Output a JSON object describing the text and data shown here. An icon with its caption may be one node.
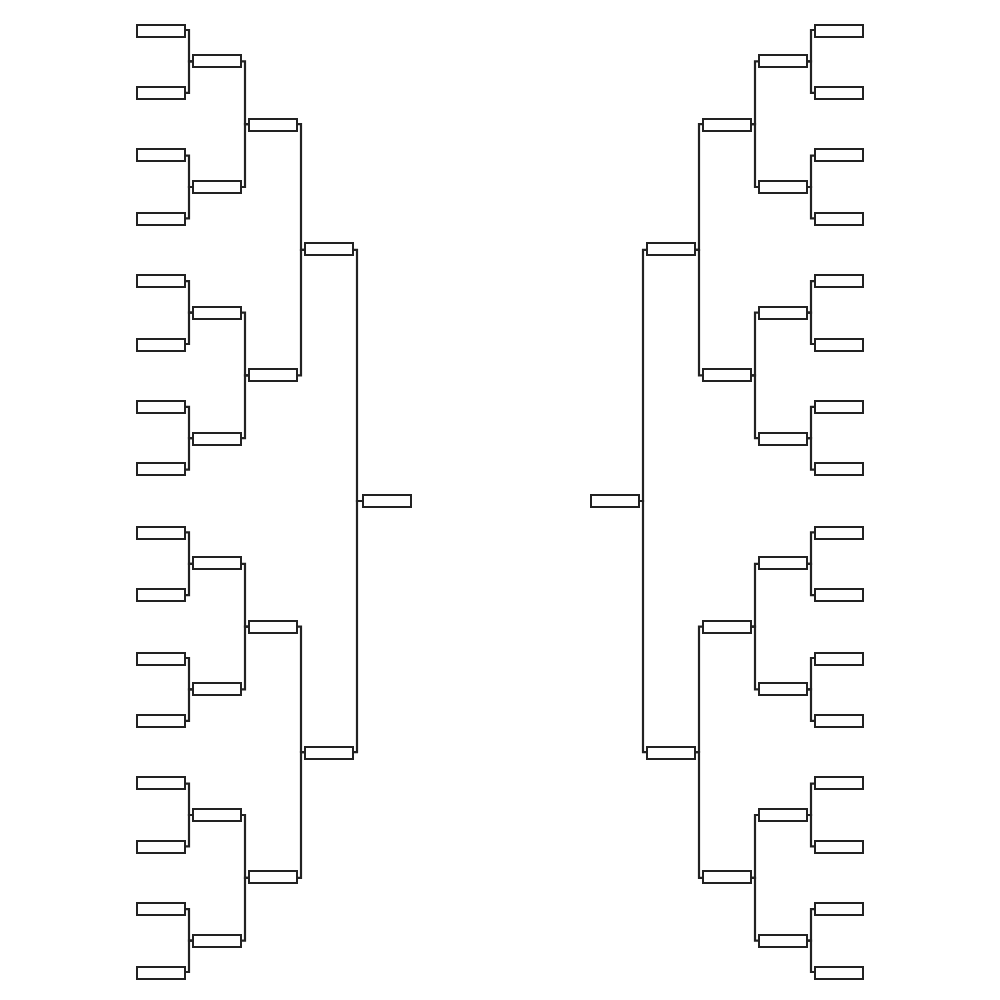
{
  "diagram": {
    "nodes": [
      {
        "text": [],
        "shape": "box"
      },
      {
        "text": [],
        "shape": "box"
      },
      {
        "text": [],
        "shape": "box"
      },
      {
        "text": [],
        "shape": "box"
      },
      {
        "text": [],
        "shape": "box"
      },
      {
        "text": [],
        "shape": "box"
      },
      {
        "text": [],
        "shape": "box"
      },
      {
        "text": [],
        "shape": "box"
      },
      {
        "text": [],
        "shape": "box"
      },
      {
        "text": [],
        "shape": "box"
      },
      {
        "text": [],
        "shape": "box"
      },
      {
        "text": [],
        "shape": "box"
      },
      {
        "text": [],
        "shape": "box"
      },
      {
        "text": [],
        "shape": "box"
      },
      {
        "text": [],
        "shape": "box"
      },
      {
        "text": [],
        "shape": "box"
      },
      {
        "text": [],
        "shape": "box"
      },
      {
        "text": [],
        "shape": "box"
      },
      {
        "text": [],
        "shape": "box"
      },
      {
        "text": [],
        "shape": "box"
      },
      {
        "text": [],
        "shape": "box"
      },
      {
        "text": [],
        "shape": "box"
      },
      {
        "text": [],
        "shape": "box"
      },
      {
        "text": [],
        "shape": "box"
      },
      {
        "text": [],
        "shape": "box"
      },
      {
        "text": [],
        "shape": "box"
      },
      {
        "text": [],
        "shape": "box"
      },
      {
        "text": [],
        "shape": "box"
      },
      {
        "text": [],
        "shape": "box"
      },
      {
        "text": [],
        "shape": "box"
      },
      {
        "text": [],
        "shape": "box"
      },
      {
        "text": [],
        "shape": "box"
      },
      {
        "text": [],
        "shape": "box"
      },
      {
        "text": [],
        "shape": "box"
      },
      {
        "text": [],
        "shape": "box"
      },
      {
        "text": [],
        "shape": "box"
      },
      {
        "text": [],
        "shape": "box"
      },
      {
        "text": [],
        "shape": "box"
      },
      {
        "text": [],
        "shape": "box"
      },
      {
        "text": [],
        "shape": "box"
      },
      {
        "text": [],
        "shape": "box"
      },
      {
        "text": [],
        "shape": "box"
      },
      {
        "text": [],
        "shape": "box"
      },
      {
        "text": [],
        "shape": "box"
      },
      {
        "text": [],
        "shape": "box"
      },
      {
        "text": [],
        "shape": "box"
      },
      {
        "text": [],
        "shape": "box"
      },
      {
        "text": [],
        "shape": "box"
      },
      {
        "text": [],
        "shape": "box"
      },
      {
        "text": [],
        "shape": "box"
      },
      {
        "text": [],
        "shape": "box"
      },
      {
        "text": [],
        "shape": "box"
      },
      {
        "text": [],
        "shape": "box"
      },
      {
        "text": [],
        "shape": "box"
      },
      {
        "text": [],
        "shape": "box"
      },
      {
        "text": [],
        "shape": "box"
      },
      {
        "text": [],
        "shape": "box"
      },
      {
        "text": [],
        "shape": "box"
      },
      {
        "text": [],
        "shape": "box"
      },
      {
        "text": [],
        "shape": "box"
      },
      {
        "text": [],
        "shape": "box"
      },
      {
        "text": [],
        "shape": "box"
      }
    ],
    "edges": [
      {
        "from": 0,
        "to": 16,
        "arrow": "none"
      },
      {
        "from": 1,
        "to": 16,
        "arrow": "none"
      },
      {
        "from": 2,
        "to": 17,
        "arrow": "none"
      },
      {
        "from": 3,
        "to": 17,
        "arrow": "none"
      },
      {
        "from": 4,
        "to": 18,
        "arrow": "none"
      },
      {
        "from": 5,
        "to": 18,
        "arrow": "none"
      },
      {
        "from": 6,
        "to": 19,
        "arrow": "none"
      },
      {
        "from": 7,
        "to": 19,
        "arrow": "none"
      },
      {
        "from": 8,
        "to": 20,
        "arrow": "none"
      },
      {
        "from": 9,
        "to": 20,
        "arrow": "none"
      },
      {
        "from": 10,
        "to": 21,
        "arrow": "none"
      },
      {
        "from": 11,
        "to": 21,
        "arrow": "none"
      },
      {
        "from": 12,
        "to": 22,
        "arrow": "none"
      },
      {
        "from": 13,
        "to": 22,
        "arrow": "none"
      },
      {
        "from": 14,
        "to": 23,
        "arrow": "none"
      },
      {
        "from": 15,
        "to": 23,
        "arrow": "none"
      },
      {
        "from": 16,
        "to": 24,
        "arrow": "none"
      },
      {
        "from": 17,
        "to": 24,
        "arrow": "none"
      },
      {
        "from": 18,
        "to": 25,
        "arrow": "none"
      },
      {
        "from": 19,
        "to": 25,
        "arrow": "none"
      },
      {
        "from": 20,
        "to": 26,
        "arrow": "none"
      },
      {
        "from": 21,
        "to": 26,
        "arrow": "none"
      },
      {
        "from": 22,
        "to": 27,
        "arrow": "none"
      },
      {
        "from": 23,
        "to": 27,
        "arrow": "none"
      },
      {
        "from": 24,
        "to": 28,
        "arrow": "none"
      },
      {
        "from": 25,
        "to": 28,
        "arrow": "none"
      },
      {
        "from": 26,
        "to": 29,
        "arrow": "none"
      },
      {
        "from": 27,
        "to": 29,
        "arrow": "none"
      },
      {
        "from": 28,
        "to": 30,
        "arrow": "none"
      },
      {
        "from": 29,
        "to": 30,
        "arrow": "none"
      },
      {
        "from": 32,
        "to": 31,
        "arrow": "none"
      },
      {
        "from": 33,
        "to": 31,
        "arrow": "none"
      },
      {
        "from": 34,
        "to": 32,
        "arrow": "none"
      },
      {
        "from": 35,
        "to": 32,
        "arrow": "none"
      },
      {
        "from": 36,
        "to": 33,
        "arrow": "none"
      },
      {
        "from": 37,
        "to": 33,
        "arrow": "none"
      },
      {
        "from": 38,
        "to": 34,
        "arrow": "none"
      },
      {
        "from": 39,
        "to": 34,
        "arrow": "none"
      },
      {
        "from": 40,
        "to": 35,
        "arrow": "none"
      },
      {
        "from": 41,
        "to": 35,
        "arrow": "none"
      },
      {
        "from": 42,
        "to": 36,
        "arrow": "none"
      },
      {
        "from": 43,
        "to": 36,
        "arrow": "none"
      },
      {
        "from": 44,
        "to": 37,
        "arrow": "none"
      },
      {
        "from": 45,
        "to": 37,
        "arrow": "none"
      },
      {
        "from": 46,
        "to": 38,
        "arrow": "none"
      },
      {
        "from": 47,
        "to": 38,
        "arrow": "none"
      },
      {
        "from": 48,
        "to": 39,
        "arrow": "none"
      },
      {
        "from": 49,
        "to": 39,
        "arrow": "none"
      },
      {
        "from": 50,
        "to": 40,
        "arrow": "none"
      },
      {
        "from": 51,
        "to": 40,
        "arrow": "none"
      },
      {
        "from": 52,
        "to": 41,
        "arrow": "none"
      },
      {
        "from": 53,
        "to": 41,
        "arrow": "none"
      },
      {
        "from": 54,
        "to": 42,
        "arrow": "none"
      },
      {
        "from": 55,
        "to": 42,
        "arrow": "none"
      },
      {
        "from": 56,
        "to": 43,
        "arrow": "none"
      },
      {
        "from": 57,
        "to": 43,
        "arrow": "none"
      },
      {
        "from": 58,
        "to": 44,
        "arrow": "none"
      },
      {
        "from": 59,
        "to": 44,
        "arrow": "none"
      },
      {
        "from": 60,
        "to": 45,
        "arrow": "none"
      },
      {
        "from": 61,
        "to": 45,
        "arrow": "none"
      }
    ]
  }
}
